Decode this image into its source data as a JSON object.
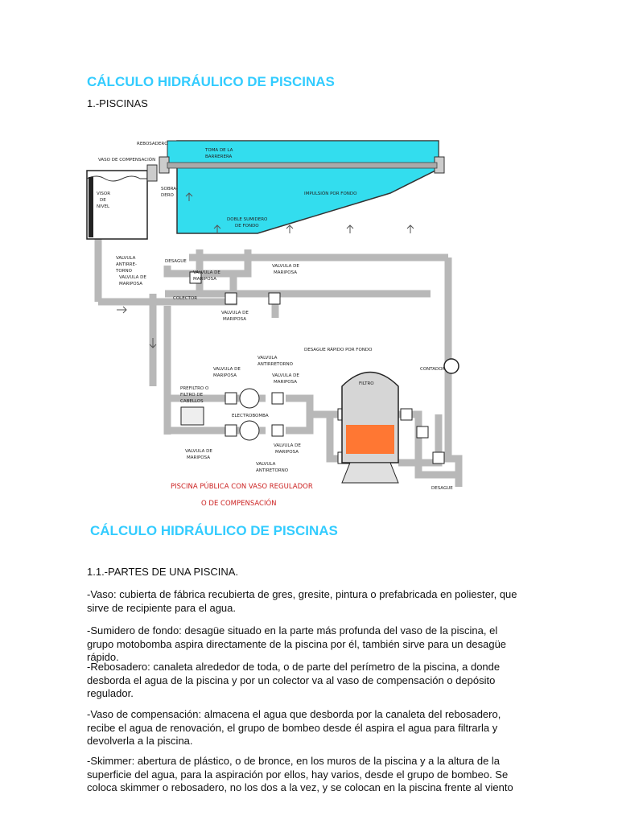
{
  "title": "CÁLCULO HIDRÁULICO DE PISCINAS",
  "subtitle": "1.-PISCINAS",
  "diagram": {
    "labels": {
      "rebosadero": "REBOSADERO",
      "vaso_comp": "VASO DE COMPENSACIÓN",
      "toma_1": "TOMA DE LA",
      "toma_2": "BARRERERA",
      "sobradero_1": "SOBRA-",
      "sobradero_2": "DERO",
      "visor_1": "VISOR",
      "visor_2": "DE",
      "visor_3": "NIVEL",
      "impulsion": "IMPULSIÓN POR FONDO",
      "doble_1": "DOBLE SUMIDERO",
      "doble_2": "DE FONDO",
      "antirretorno_a1": "VALVULA",
      "antirretorno_a2": "ANTIRRE-",
      "antirretorno_a3": "TORNO",
      "desague1": "DESAGUE",
      "vm_a1": "VALVULA DE",
      "vm_a2": "MARIPOSA",
      "vm_b1": "VALVULA DE",
      "vm_b2": "MARIPOSA",
      "vm_c1": "VALVULA DE",
      "vm_c2": "MARIPOSA",
      "colector": "COLECTOR",
      "vm_d1": "VALVULA DE",
      "vm_d2": "MARIPOSA",
      "desague_rapido": "DESAGUE RÁPIDO POR FONDO",
      "contador": "CONTADOR",
      "va_top1": "VALVULA",
      "va_top2": "ANTIRRETORNO",
      "vm_e1": "VALVULA DE",
      "vm_e2": "MARIPOSA",
      "vm_f1": "VALVULA DE",
      "vm_f2": "MARIPOSA",
      "prefiltro_1": "PREFILTRO O",
      "prefiltro_2": "FILTRO DE",
      "prefiltro_3": "CABELLOS",
      "electrobomba": "ELECTROBOMBA",
      "filtro": "FILTRO",
      "vm_g1": "VALVULA DE",
      "vm_g2": "MARIPOSA",
      "vm_h1": "VALVULA DE",
      "vm_h2": "MARIPOSA",
      "va_bot1": "VALVULA",
      "va_bot2": "ANTIRETORNO",
      "desague2": "DESAGUE",
      "caption_1": "PISCINA PÚBLICA CON VASO REGULADOR",
      "caption_2": "O DE COMPENSACIÓN"
    },
    "colors": {
      "water": "#33ddee",
      "pipe": "#b8b8b8",
      "filter_media": "#ff7733",
      "caption": "#cc2222"
    }
  },
  "title2": "CÁLCULO HIDRÁULICO DE PISCINAS",
  "section": "1.1.-PARTES DE UNA PISCINA.",
  "paragraphs": [
    "-Vaso: cubierta de fábrica recubierta de gres, gresite, pintura o prefabricada en poliester, que sirve de recipiente para el agua.",
    "-Sumidero de fondo: desagüe situado en la parte más profunda del vaso de la piscina, el grupo motobomba aspira directamente de la piscina por él, también sirve para un desagüe rápido.",
    "-Rebosadero: canaleta alrededor de toda, o de parte del perímetro de la piscina, a donde desborda el agua de la piscina y por un colector va al vaso de compensación o depósito regulador.",
    "-Vaso de compensación: almacena el agua que desborda por la canaleta del rebosadero, recibe el agua de renovación, el grupo de bombeo desde él aspira el agua para filtrarla y devolverla a la piscina.",
    "-Skimmer: abertura de plástico, o de bronce, en los muros de la piscina y a la altura de la superficie del agua, para la aspiración por ellos, hay varios, desde el grupo de bombeo. Se coloca skimmer o rebosadero, no los dos a la vez, y se colocan en la piscina frente al viento"
  ]
}
